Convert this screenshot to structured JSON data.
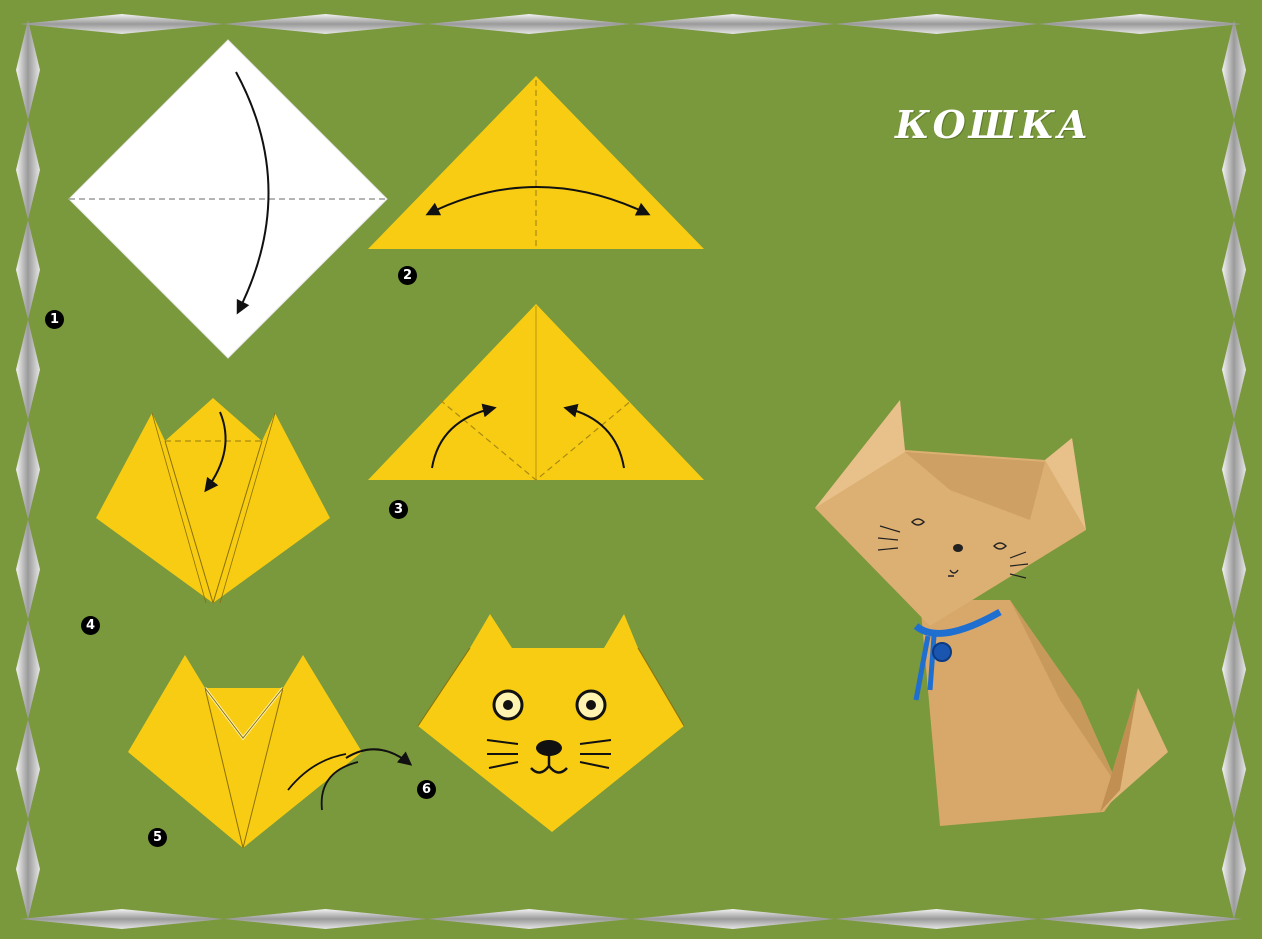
{
  "title": "КОШКА",
  "steps": [
    "1",
    "2",
    "3",
    "4",
    "5",
    "6"
  ],
  "colors": {
    "background": "#7a983c",
    "paper_yellow": "#f8cc12",
    "paper_white": "#ffffff",
    "cat_paper": "#d9ad6e",
    "frame_silver": "#c8c8c8",
    "collar_blue": "#1f6fd1"
  },
  "icons": [
    "arrow-icon",
    "step-number-badge"
  ]
}
